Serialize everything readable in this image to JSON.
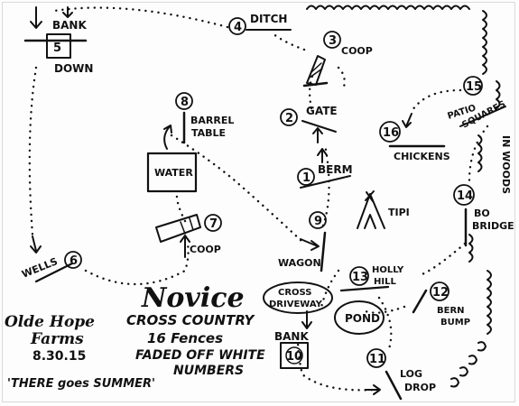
{
  "fences": [
    {
      "num": "1",
      "label": "BERM"
    },
    {
      "num": "2",
      "label": "GATE"
    },
    {
      "num": "3",
      "label": "COOP"
    },
    {
      "num": "4",
      "label": "DITCH"
    },
    {
      "num": "5",
      "label_top": "BANK",
      "label_bottom": "DOWN"
    },
    {
      "num": "6",
      "label": "WELLS"
    },
    {
      "num": "7",
      "label": "COOP"
    },
    {
      "num": "8",
      "label_top": "BARREL",
      "label_bottom": "TABLE"
    },
    {
      "num": "9",
      "label": "WAGON"
    },
    {
      "num": "10",
      "label": "BANK"
    },
    {
      "num": "11",
      "label_top": "LOG",
      "label_bottom": "DROP"
    },
    {
      "num": "12",
      "label_top": "BERN",
      "label_bottom": "BUMP"
    },
    {
      "num": "13",
      "label_top": "HOLLY",
      "label_bottom": "HILL"
    },
    {
      "num": "14",
      "label_top": "BO",
      "label_bottom": "BRIDGE"
    },
    {
      "num": "15",
      "label_top": "PATIO",
      "label_bottom": "SQUARES"
    },
    {
      "num": "16",
      "label": "CHICKENS"
    }
  ],
  "landmarks": {
    "water": "WATER",
    "tipi": "TIPI",
    "cross_driveway_top": "CROSS",
    "cross_driveway_bottom": "DRIVEWAY",
    "pond": "POND",
    "woods": "IN WOODS"
  },
  "title": {
    "main": "Novice",
    "line2": "CROSS COUNTRY",
    "line3": "16 Fences",
    "line4": "FADED OFF WHITE",
    "line5": "NUMBERS"
  },
  "farm": {
    "name_line1": "Olde Hope",
    "name_line2": "Farms",
    "date": "8.30.15"
  },
  "quote": "'THERE goes SUMMER'"
}
